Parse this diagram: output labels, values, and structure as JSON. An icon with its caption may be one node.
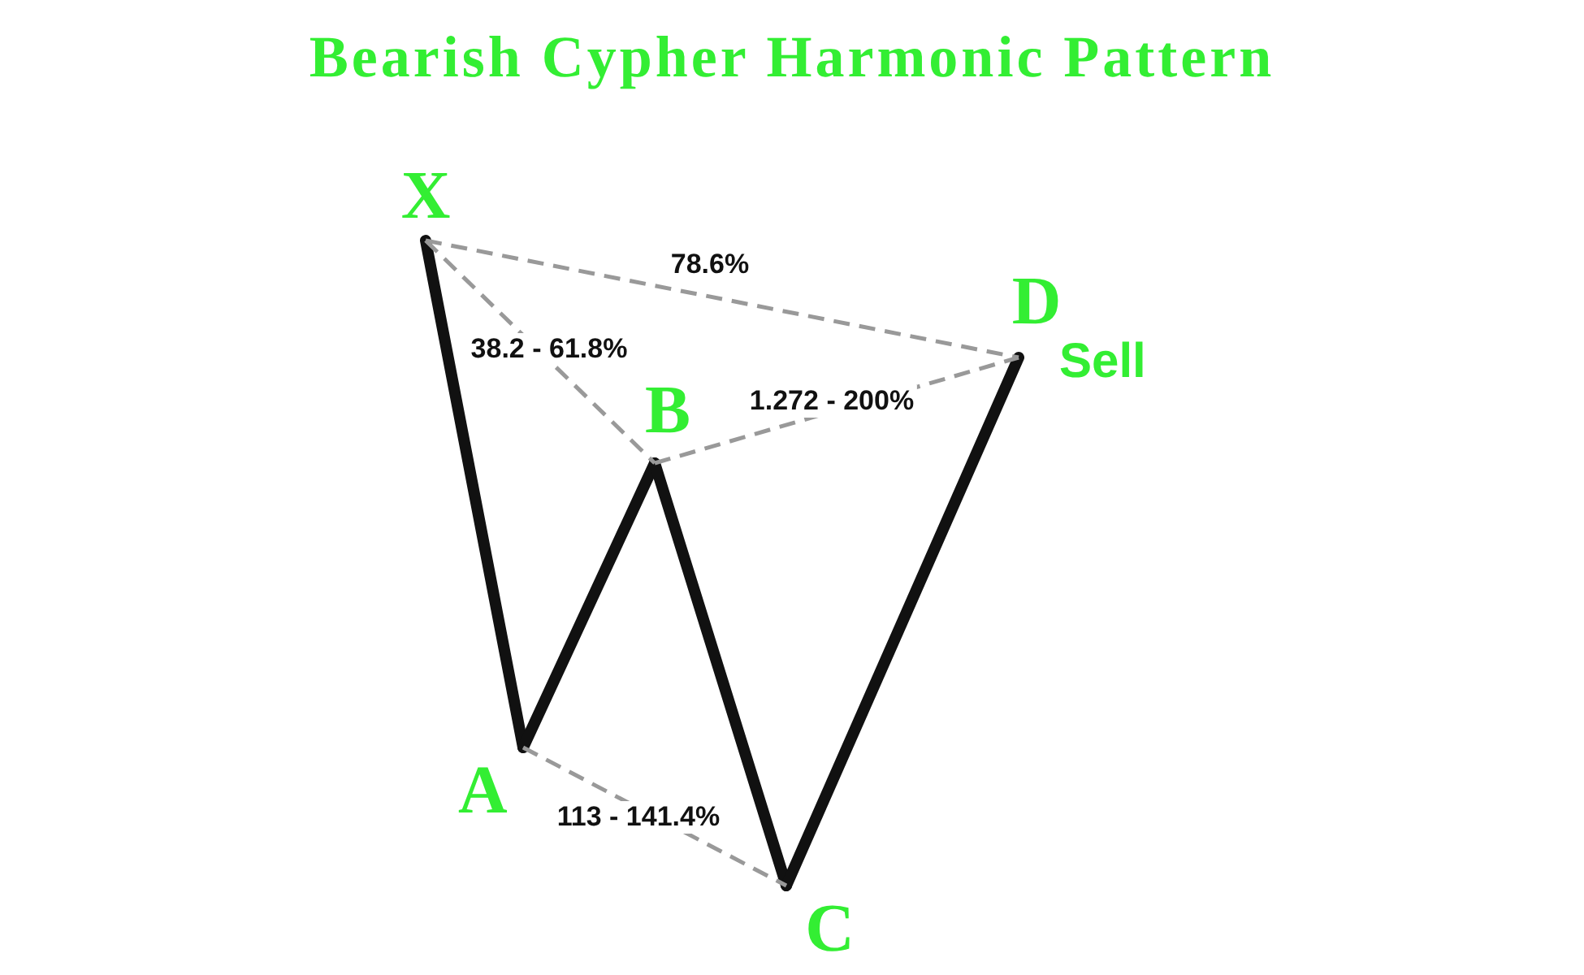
{
  "diagram": {
    "title": "Bearish Cypher Harmonic Pattern",
    "nodes": [
      {
        "text": [
          "X"
        ]
      },
      {
        "text": [
          "A"
        ]
      },
      {
        "text": [
          "B"
        ]
      },
      {
        "text": [
          "C"
        ]
      },
      {
        "text": [
          "D"
        ],
        "beside": [
          "Sell"
        ]
      }
    ],
    "edges": [
      {
        "from": 0,
        "to": 1,
        "arrow": "none",
        "style": "thick"
      },
      {
        "from": 1,
        "to": 2,
        "arrow": "none",
        "style": "thick"
      },
      {
        "from": 2,
        "to": 3,
        "arrow": "none",
        "style": "thick"
      },
      {
        "from": 3,
        "to": 4,
        "arrow": "none",
        "style": "thick"
      },
      {
        "from": 0,
        "to": 4,
        "arrow": "none",
        "style": "dashed",
        "color": "#999999",
        "label": "78.6%"
      },
      {
        "from": 0,
        "to": 2,
        "arrow": "none",
        "style": "dashed",
        "color": "#999999",
        "label": "38.2 - 61.8%"
      },
      {
        "from": 2,
        "to": 4,
        "arrow": "none",
        "style": "dashed",
        "color": "#999999",
        "label": "1.272 - 200%"
      },
      {
        "from": 1,
        "to": 3,
        "arrow": "none",
        "style": "dashed",
        "color": "#999999",
        "label": "113 - 141.4%"
      }
    ]
  }
}
